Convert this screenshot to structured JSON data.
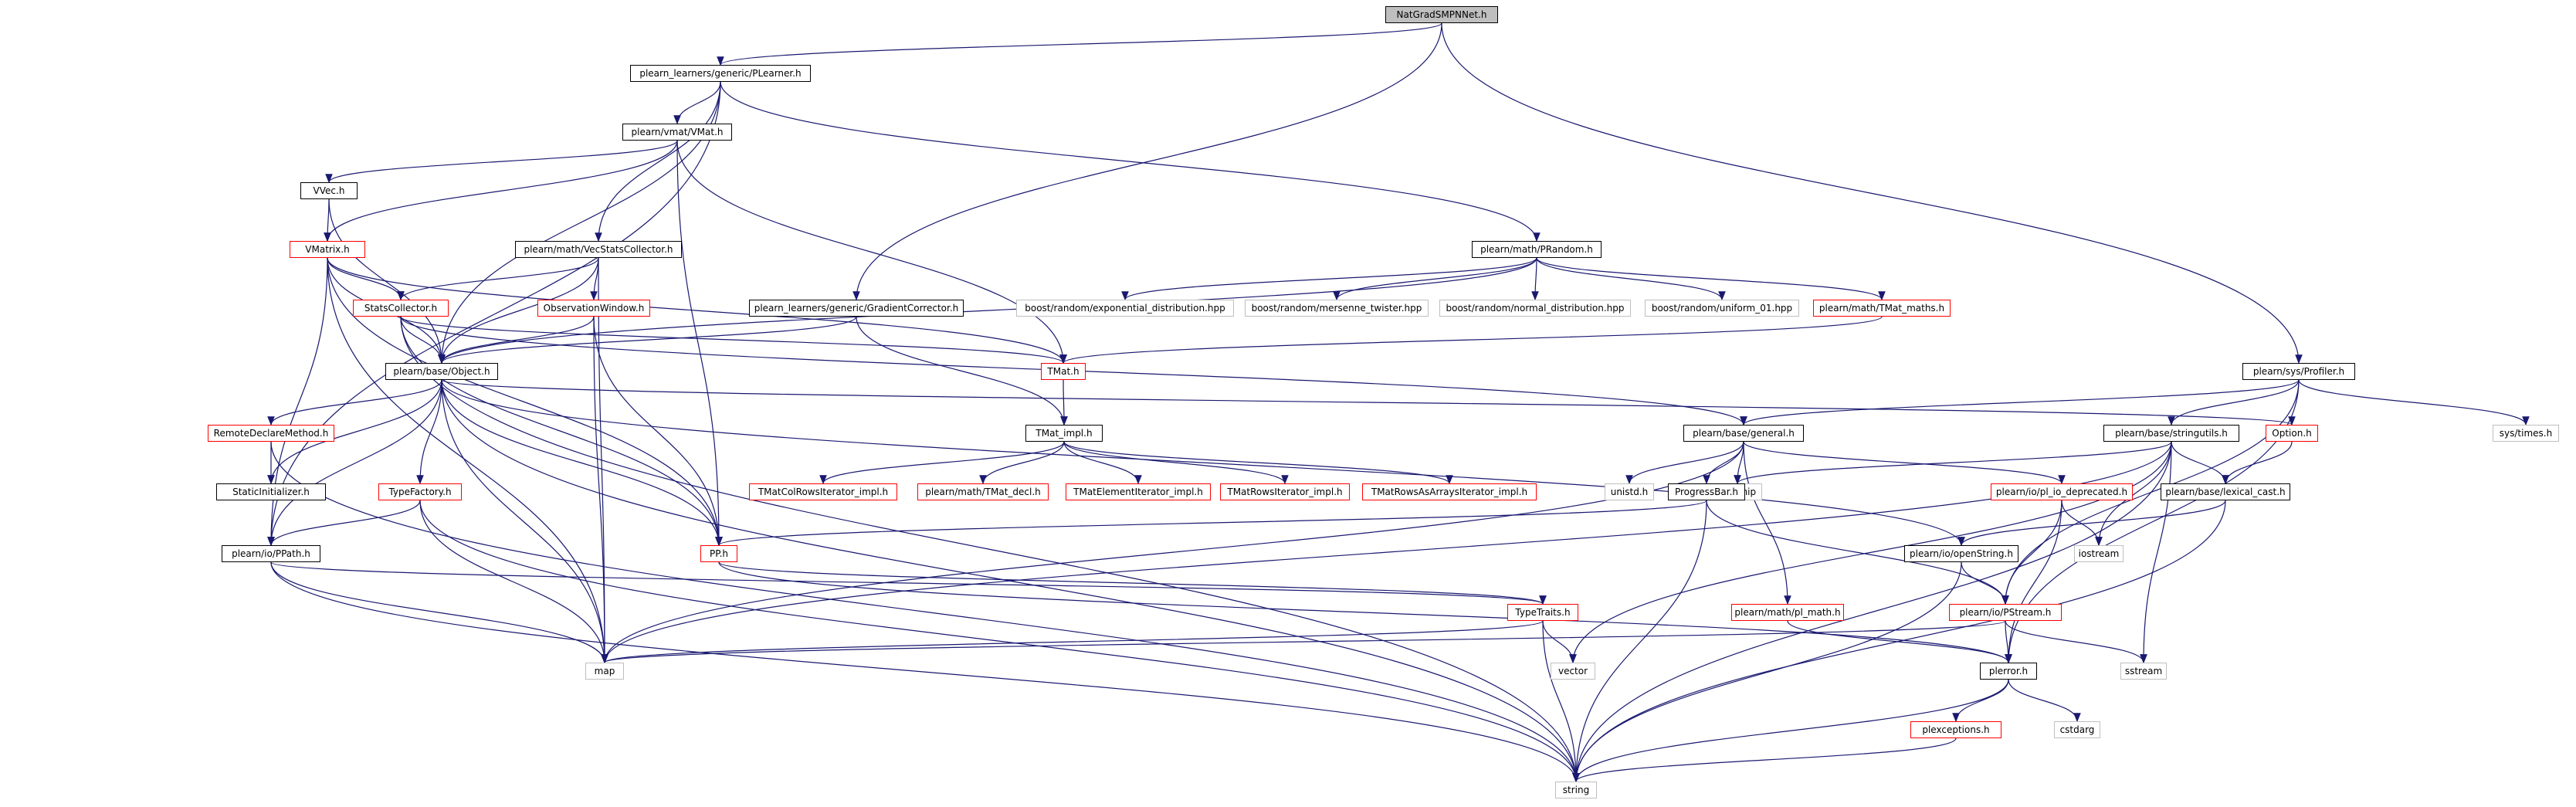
{
  "diagram": {
    "title": "NatGradSMPNNet.h",
    "colors": {
      "edge": "#191970",
      "node_border": "#000000",
      "linked_border": "#ff0000",
      "external_border": "#bfbfbf",
      "root_fill": "#bfbfbf"
    },
    "nodes": [
      {
        "id": "root",
        "label": "NatGradSMPNNet.h",
        "kind": "root"
      },
      {
        "id": "plearner",
        "label": "plearn_learners/generic/PLearner.h",
        "kind": "doc"
      },
      {
        "id": "vmat",
        "label": "plearn/vmat/VMat.h",
        "kind": "doc"
      },
      {
        "id": "vvec",
        "label": "VVec.h",
        "kind": "doc"
      },
      {
        "id": "vmatrix",
        "label": "VMatrix.h",
        "kind": "linked"
      },
      {
        "id": "vecstats",
        "label": "plearn/math/VecStatsCollector.h",
        "kind": "doc"
      },
      {
        "id": "prandom",
        "label": "plearn/math/PRandom.h",
        "kind": "doc"
      },
      {
        "id": "statscoll",
        "label": "StatsCollector.h",
        "kind": "linked"
      },
      {
        "id": "obswin",
        "label": "ObservationWindow.h",
        "kind": "linked"
      },
      {
        "id": "gradcorr",
        "label": "plearn_learners/generic/GradientCorrector.h",
        "kind": "doc"
      },
      {
        "id": "bexp",
        "label": "boost/random/exponential_distribution.hpp",
        "kind": "ext"
      },
      {
        "id": "bmt",
        "label": "boost/random/mersenne_twister.hpp",
        "kind": "ext"
      },
      {
        "id": "bnorm",
        "label": "boost/random/normal_distribution.hpp",
        "kind": "ext"
      },
      {
        "id": "buni",
        "label": "boost/random/uniform_01.hpp",
        "kind": "ext"
      },
      {
        "id": "tmatmaths",
        "label": "plearn/math/TMat_maths.h",
        "kind": "linked"
      },
      {
        "id": "object",
        "label": "plearn/base/Object.h",
        "kind": "doc"
      },
      {
        "id": "tmat",
        "label": "TMat.h",
        "kind": "linked"
      },
      {
        "id": "profiler",
        "label": "plearn/sys/Profiler.h",
        "kind": "doc"
      },
      {
        "id": "remote",
        "label": "RemoteDeclareMethod.h",
        "kind": "linked"
      },
      {
        "id": "tmatimpl",
        "label": "TMat_impl.h",
        "kind": "doc"
      },
      {
        "id": "general",
        "label": "plearn/base/general.h",
        "kind": "doc"
      },
      {
        "id": "stringutils",
        "label": "plearn/base/stringutils.h",
        "kind": "doc"
      },
      {
        "id": "option",
        "label": "Option.h",
        "kind": "linked"
      },
      {
        "id": "systimes",
        "label": "sys/times.h",
        "kind": "ext"
      },
      {
        "id": "staticinit",
        "label": "StaticInitializer.h",
        "kind": "doc"
      },
      {
        "id": "typefactory",
        "label": "TypeFactory.h",
        "kind": "linked"
      },
      {
        "id": "colrows",
        "label": "TMatColRowsIterator_impl.h",
        "kind": "linked"
      },
      {
        "id": "tmatdecl",
        "label": "plearn/math/TMat_decl.h",
        "kind": "linked"
      },
      {
        "id": "elemiter",
        "label": "TMatElementIterator_impl.h",
        "kind": "linked"
      },
      {
        "id": "rowsiter",
        "label": "TMatRowsIterator_impl.h",
        "kind": "linked"
      },
      {
        "id": "rowsarr",
        "label": "TMatRowsAsArraysIterator_impl.h",
        "kind": "linked"
      },
      {
        "id": "unistd",
        "label": "unistd.h",
        "kind": "ext"
      },
      {
        "id": "iomanip",
        "label": "iomanip",
        "kind": "ext"
      },
      {
        "id": "progress",
        "label": "ProgressBar.h",
        "kind": "doc"
      },
      {
        "id": "pliodep",
        "label": "plearn/io/pl_io_deprecated.h",
        "kind": "linked"
      },
      {
        "id": "lexical",
        "label": "plearn/base/lexical_cast.h",
        "kind": "doc"
      },
      {
        "id": "ppath",
        "label": "plearn/io/PPath.h",
        "kind": "doc"
      },
      {
        "id": "pp",
        "label": "PP.h",
        "kind": "linked"
      },
      {
        "id": "openstring",
        "label": "plearn/io/openString.h",
        "kind": "doc"
      },
      {
        "id": "iostream",
        "label": "iostream",
        "kind": "ext"
      },
      {
        "id": "typetraits",
        "label": "TypeTraits.h",
        "kind": "linked"
      },
      {
        "id": "plmath",
        "label": "plearn/math/pl_math.h",
        "kind": "linked"
      },
      {
        "id": "pstream",
        "label": "plearn/io/PStream.h",
        "kind": "linked"
      },
      {
        "id": "map",
        "label": "map",
        "kind": "ext"
      },
      {
        "id": "vector",
        "label": "vector",
        "kind": "ext"
      },
      {
        "id": "plerror",
        "label": "plerror.h",
        "kind": "doc"
      },
      {
        "id": "sstream",
        "label": "sstream",
        "kind": "ext"
      },
      {
        "id": "cstdarg",
        "label": "cstdarg",
        "kind": "ext"
      },
      {
        "id": "plexcept",
        "label": "plexceptions.h",
        "kind": "linked"
      },
      {
        "id": "string",
        "label": "string",
        "kind": "ext"
      }
    ],
    "edges": [
      [
        "root",
        "plearner"
      ],
      [
        "root",
        "gradcorr"
      ],
      [
        "root",
        "profiler"
      ],
      [
        "plearner",
        "vmat"
      ],
      [
        "plearner",
        "vecstats"
      ],
      [
        "plearner",
        "prandom"
      ],
      [
        "plearner",
        "object"
      ],
      [
        "plearner",
        "ppath"
      ],
      [
        "vmat",
        "vvec"
      ],
      [
        "vmat",
        "vmatrix"
      ],
      [
        "vmat",
        "pp"
      ],
      [
        "vmat",
        "tmat"
      ],
      [
        "vvec",
        "vmatrix"
      ],
      [
        "vvec",
        "object"
      ],
      [
        "vmatrix",
        "statscoll"
      ],
      [
        "vmatrix",
        "object"
      ],
      [
        "vmatrix",
        "tmat"
      ],
      [
        "vmatrix",
        "ppath"
      ],
      [
        "vmatrix",
        "pp"
      ],
      [
        "vmatrix",
        "map"
      ],
      [
        "vecstats",
        "statscoll"
      ],
      [
        "vecstats",
        "obswin"
      ],
      [
        "vecstats",
        "object"
      ],
      [
        "vecstats",
        "map"
      ],
      [
        "statscoll",
        "object"
      ],
      [
        "statscoll",
        "tmat"
      ],
      [
        "statscoll",
        "general"
      ],
      [
        "statscoll",
        "string"
      ],
      [
        "statscoll",
        "pp"
      ],
      [
        "obswin",
        "object"
      ],
      [
        "obswin",
        "pp"
      ],
      [
        "obswin",
        "map"
      ],
      [
        "prandom",
        "bexp"
      ],
      [
        "prandom",
        "bmt"
      ],
      [
        "prandom",
        "bnorm"
      ],
      [
        "prandom",
        "buni"
      ],
      [
        "prandom",
        "tmatmaths"
      ],
      [
        "prandom",
        "object"
      ],
      [
        "tmatmaths",
        "tmat"
      ],
      [
        "gradcorr",
        "object"
      ],
      [
        "gradcorr",
        "tmatimpl"
      ],
      [
        "tmat",
        "tmatimpl"
      ],
      [
        "tmatimpl",
        "colrows"
      ],
      [
        "tmatimpl",
        "tmatdecl"
      ],
      [
        "tmatimpl",
        "elemiter"
      ],
      [
        "tmatimpl",
        "rowsiter"
      ],
      [
        "tmatimpl",
        "rowsarr"
      ],
      [
        "object",
        "remote"
      ],
      [
        "object",
        "staticinit"
      ],
      [
        "object",
        "typefactory"
      ],
      [
        "object",
        "ppath"
      ],
      [
        "object",
        "pp"
      ],
      [
        "object",
        "map"
      ],
      [
        "object",
        "string"
      ],
      [
        "object",
        "option"
      ],
      [
        "object",
        "openstring"
      ],
      [
        "remote",
        "staticinit"
      ],
      [
        "remote",
        "string"
      ],
      [
        "typefactory",
        "ppath"
      ],
      [
        "typefactory",
        "map"
      ],
      [
        "typefactory",
        "string"
      ],
      [
        "ppath",
        "map"
      ],
      [
        "ppath",
        "string"
      ],
      [
        "ppath",
        "typetraits"
      ],
      [
        "pp",
        "typetraits"
      ],
      [
        "pp",
        "plerror"
      ],
      [
        "typetraits",
        "map"
      ],
      [
        "typetraits",
        "vector"
      ],
      [
        "typetraits",
        "string"
      ],
      [
        "profiler",
        "general"
      ],
      [
        "profiler",
        "stringutils"
      ],
      [
        "profiler",
        "systimes"
      ],
      [
        "profiler",
        "plerror"
      ],
      [
        "profiler",
        "pstream"
      ],
      [
        "general",
        "unistd"
      ],
      [
        "general",
        "iomanip"
      ],
      [
        "general",
        "progress"
      ],
      [
        "general",
        "plmath"
      ],
      [
        "general",
        "pliodep"
      ],
      [
        "general",
        "map"
      ],
      [
        "stringutils",
        "iomanip"
      ],
      [
        "stringutils",
        "lexical"
      ],
      [
        "stringutils",
        "iostream"
      ],
      [
        "stringutils",
        "sstream"
      ],
      [
        "stringutils",
        "vector"
      ],
      [
        "stringutils",
        "map"
      ],
      [
        "stringutils",
        "string"
      ],
      [
        "option",
        "lexical"
      ],
      [
        "progress",
        "pp"
      ],
      [
        "progress",
        "pstream"
      ],
      [
        "progress",
        "string"
      ],
      [
        "pliodep",
        "iostream"
      ],
      [
        "pliodep",
        "pstream"
      ],
      [
        "pliodep",
        "plerror"
      ],
      [
        "lexical",
        "openstring"
      ],
      [
        "lexical",
        "string"
      ],
      [
        "openstring",
        "pstream"
      ],
      [
        "openstring",
        "string"
      ],
      [
        "plmath",
        "plerror"
      ],
      [
        "pstream",
        "map"
      ],
      [
        "pstream",
        "sstream"
      ],
      [
        "pstream",
        "plerror"
      ],
      [
        "plerror",
        "plexcept"
      ],
      [
        "plerror",
        "cstdarg"
      ],
      [
        "plerror",
        "string"
      ],
      [
        "plexcept",
        "string"
      ]
    ]
  }
}
